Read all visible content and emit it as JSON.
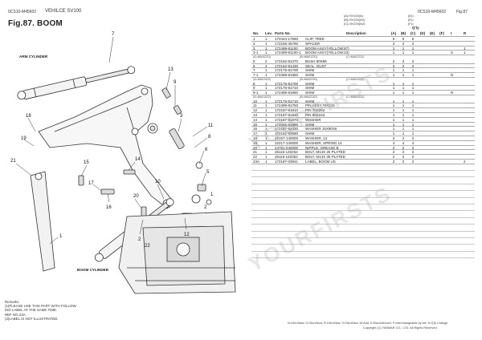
{
  "header": {
    "doc_code_left": "0CS10-M45602",
    "model": "VEHILCE SV100",
    "doc_code_right": "0CS10-M45602",
    "fig_right": "Fig.87",
    "fig_title": "Fig.87.  BOOM",
    "serial_ranges": [
      "(A)=SV100(A)",
      "(B)=SV100(AX)",
      "(C)=SV100(NZ)"
    ],
    "ref_marks": [
      "(D)=",
      "(E)=",
      "(F)="
    ]
  },
  "table_headers": {
    "no": "No.",
    "lev": "Lev.",
    "parts_no": "Parts No.",
    "description": "Description",
    "qty": "Q'ty",
    "cols": [
      "(A)",
      "(B)",
      "(C)",
      "(D)",
      "(E)",
      "(F)"
    ],
    "i": "I",
    "r": "R"
  },
  "rows": [
    {
      "no": "1",
      "lev": "1",
      "pn": "172444-17660",
      "desc": "CLIP, TREE",
      "q": [
        "6",
        "6",
        "6",
        "",
        "",
        ""
      ],
      "i": "",
      "r": ""
    },
    {
      "no": "2",
      "lev": "1",
      "pn": "172155-45790",
      "desc": "SPACER",
      "q": [
        "2",
        "2",
        "2",
        "",
        "",
        ""
      ],
      "i": "",
      "r": ""
    },
    {
      "no": "3",
      "lev": "1",
      "pn": "172499-81100",
      "desc": "BOOM ASSY(YELLOW:87)",
      "q": [
        "1",
        "1",
        "1",
        "",
        "",
        ""
      ],
      "i": "",
      "r": "1"
    },
    {
      "no": "3-1",
      "lev": "1",
      "pn": "172499-81100-1",
      "desc": "BOOM ASSY(YELLOW:23)",
      "q": [
        "1",
        "1",
        "1",
        "",
        "",
        ""
      ],
      "i": "S",
      "r": "1"
    },
    {
      "serial": [
        "(A=MA00231)",
        "(B=MA01231)",
        "(C=MA01231)"
      ]
    },
    {
      "no": "5",
      "lev": "2",
      "pn": "172162-81370",
      "desc": "BUSH 80X85",
      "q": [
        "2",
        "2",
        "2",
        "",
        "",
        ""
      ],
      "i": "",
      "r": ""
    },
    {
      "no": "6",
      "lev": "2",
      "pn": "172162-81430",
      "desc": "SEAL, DUST",
      "q": [
        "2",
        "2",
        "2",
        "",
        "",
        ""
      ],
      "i": "",
      "r": ""
    },
    {
      "no": "7",
      "lev": "1",
      "pn": "172175-81700",
      "desc": "SHIM",
      "q": [
        "1",
        "1",
        "1",
        "",
        "",
        ""
      ],
      "i": "",
      "r": ""
    },
    {
      "no": "7-1",
      "lev": "1",
      "pn": "172499-81850",
      "desc": "SHIM",
      "q": [
        "1",
        "1",
        "1",
        "",
        "",
        ""
      ],
      "i": "N",
      "r": ""
    },
    {
      "serial": [
        "(A=MA01022)",
        "(B=MA02202)",
        "(C=MA01022)"
      ]
    },
    {
      "no": "8",
      "lev": "1",
      "pn": "172176-81700",
      "desc": "SHIM",
      "q": [
        "1",
        "1",
        "1",
        "",
        "",
        ""
      ],
      "i": "",
      "r": ""
    },
    {
      "no": "9",
      "lev": "1",
      "pn": "172175-81710",
      "desc": "SHIM",
      "q": [
        "1",
        "1",
        "1",
        "",
        "",
        ""
      ],
      "i": "",
      "r": ""
    },
    {
      "no": "9-1",
      "lev": "1",
      "pn": "172499-81860",
      "desc": "SHIM",
      "q": [
        "1",
        "1",
        "1",
        "",
        "",
        ""
      ],
      "i": "N",
      "r": ""
    },
    {
      "serial": [
        "(A=MA01022)",
        "(B=MA02202)",
        "(C=MA01022)"
      ]
    },
    {
      "no": "10",
      "lev": "1",
      "pn": "172176-81710",
      "desc": "SHIM",
      "q": [
        "1",
        "1",
        "1",
        "",
        "",
        ""
      ],
      "i": "",
      "r": ""
    },
    {
      "no": "11",
      "lev": "1",
      "pn": "172499-81750",
      "desc": "PIN ASSY,70X315",
      "q": [
        "1",
        "1",
        "1",
        "",
        "",
        ""
      ],
      "i": "",
      "r": ""
    },
    {
      "no": "12",
      "lev": "1",
      "pn": "172187-81810",
      "desc": "PIN 70X252",
      "q": [
        "1",
        "1",
        "1",
        "",
        "",
        ""
      ],
      "i": "",
      "r": ""
    },
    {
      "no": "13",
      "lev": "1",
      "pn": "172187-81840",
      "desc": "PIN 80X243",
      "q": [
        "1",
        "1",
        "1",
        "",
        "",
        ""
      ],
      "i": "",
      "r": ""
    },
    {
      "no": "14",
      "lev": "1",
      "pn": "172187-81970",
      "desc": "WASHER",
      "q": [
        "1",
        "1",
        "1",
        "",
        "",
        ""
      ],
      "i": "",
      "r": ""
    },
    {
      "no": "15",
      "lev": "1",
      "pn": "172445-81990",
      "desc": "SHIM",
      "q": [
        "1",
        "1",
        "1",
        "",
        "",
        ""
      ],
      "i": "",
      "r": ""
    },
    {
      "no": "16",
      "lev": "1",
      "pn": "172187-82430",
      "desc": "WASHER 15X90X6",
      "q": [
        "1",
        "1",
        "1",
        "",
        "",
        ""
      ],
      "i": "",
      "r": ""
    },
    {
      "no": "17",
      "lev": "1",
      "pn": "172162-83580",
      "desc": "SHIM",
      "q": [
        "1",
        "1",
        "1",
        "",
        "",
        ""
      ],
      "i": "",
      "r": ""
    },
    {
      "no": "18",
      "lev": "1",
      "pn": "22157-140000",
      "desc": "WASHER, 14",
      "q": [
        "2",
        "2",
        "2",
        "",
        "",
        ""
      ],
      "i": "",
      "r": ""
    },
    {
      "no": "19",
      "lev": "1",
      "pn": "22217-140000",
      "desc": "WASHER, SPRING 14",
      "q": [
        "4",
        "4",
        "4",
        "",
        "",
        ""
      ],
      "i": "",
      "r": ""
    },
    {
      "no": "20",
      "lev": "1",
      "pn": "24781-040000",
      "desc": "NIPPLE, GREASE B",
      "q": [
        "2",
        "2",
        "2",
        "",
        "",
        ""
      ],
      "i": "",
      "r": ""
    },
    {
      "no": "21",
      "lev": "1",
      "pn": "26116-140252",
      "desc": "BOLT, M14X 25 PLATED",
      "q": [
        "2",
        "2",
        "2",
        "",
        "",
        ""
      ],
      "i": "",
      "r": ""
    },
    {
      "no": "22",
      "lev": "1",
      "pn": "26116-140352",
      "desc": "BOLT, M14X 35 PLATED",
      "q": [
        "2",
        "2",
        "2",
        "",
        "",
        ""
      ],
      "i": "",
      "r": ""
    },
    {
      "no": "23A",
      "lev": "1",
      "pn": "172187-03941",
      "desc": "LABEL, BOOM US",
      "q": [
        "2",
        "2",
        "2",
        "",
        "",
        ""
      ],
      "i": "",
      "r": "2"
    }
  ],
  "diagram": {
    "arm_cylinder_label": "ARM CYLINDER",
    "boom_cylinder_label": "BOOM CYLINDER",
    "callouts": [
      "7",
      "18",
      "19",
      "21",
      "13",
      "9",
      "3",
      "11",
      "8",
      "6",
      "5",
      "15",
      "17",
      "14",
      "10",
      "16",
      "12",
      "20",
      "2",
      "1",
      "22",
      "2",
      "1"
    ]
  },
  "remarks": {
    "title": "Remarks",
    "lines": [
      "(1)PLEASE USE THIS PART WITH FOLLOW-",
      "ING LABEL AT THE SAME TIME.",
      "REF NO.23A.",
      "(2)LABEL IS NOT ILLUSTRATED."
    ]
  },
  "footer": {
    "legend": "N:Old⇒New, O:Old⇒Now, R:Old⇒New, S:Old⇒New, W:Add, D:Discontinued, F:Interchangeable by set, K:Q'ty Change",
    "copyright": "Copyright (C)  YANMAR CO., LTD. All Rights Reserved."
  },
  "watermark": [
    "YOURFIRSTS",
    "YOURFIRSTS"
  ]
}
